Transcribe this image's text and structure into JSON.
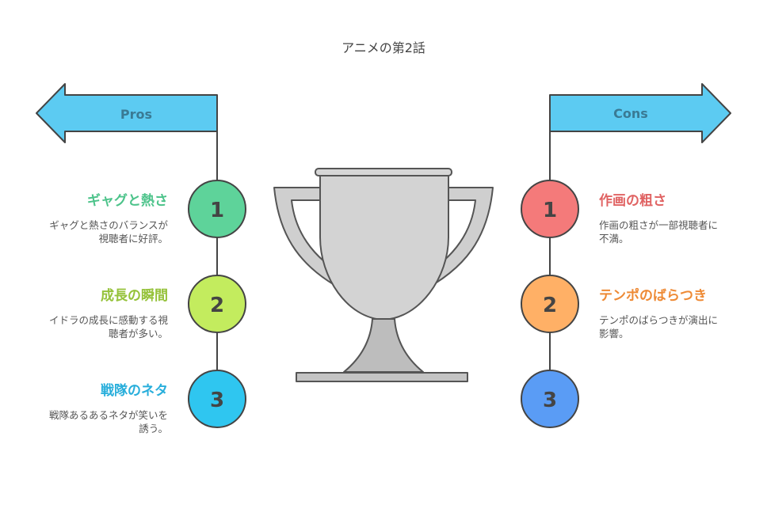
{
  "title": "アニメの第2話",
  "pros": {
    "label": "Pros",
    "items": [
      {
        "num": "1",
        "title": "ギャグと熱さ",
        "desc": "ギャグと熱さのバランスが視聴者に好評。",
        "color": "#5ED39A",
        "title_color": "#4CC38A"
      },
      {
        "num": "2",
        "title": "成長の瞬間",
        "desc": "イドラの成長に感動する視聴者が多い。",
        "color": "#C3EC5E",
        "title_color": "#95C23A"
      },
      {
        "num": "3",
        "title": "戦隊のネタ",
        "desc": "戦隊あるあるネタが笑いを誘う。",
        "color": "#2FC6F0",
        "title_color": "#28AEDB"
      }
    ]
  },
  "cons": {
    "label": "Cons",
    "items": [
      {
        "num": "1",
        "title": "作画の粗さ",
        "desc": "作画の粗さが一部視聴者に不満。",
        "color": "#F47A7A",
        "title_color": "#E06363"
      },
      {
        "num": "2",
        "title": "テンポのばらつき",
        "desc": "テンポのばらつきが演出に影響。",
        "color": "#FFB066",
        "title_color": "#EE8A35"
      },
      {
        "num": "3",
        "title": "",
        "desc": "",
        "color": "#5A9CF5",
        "title_color": "#4A88E0"
      }
    ]
  },
  "colors": {
    "arrow_fill": "#5CCBF2",
    "arrow_text": "#3A7A94",
    "trophy_fill": "#CFCFCF",
    "trophy_stroke": "#555555",
    "line": "#444444"
  },
  "icons": {
    "center": "trophy-icon",
    "pros_arrow": "left-arrow-banner-icon",
    "cons_arrow": "right-arrow-banner-icon"
  }
}
